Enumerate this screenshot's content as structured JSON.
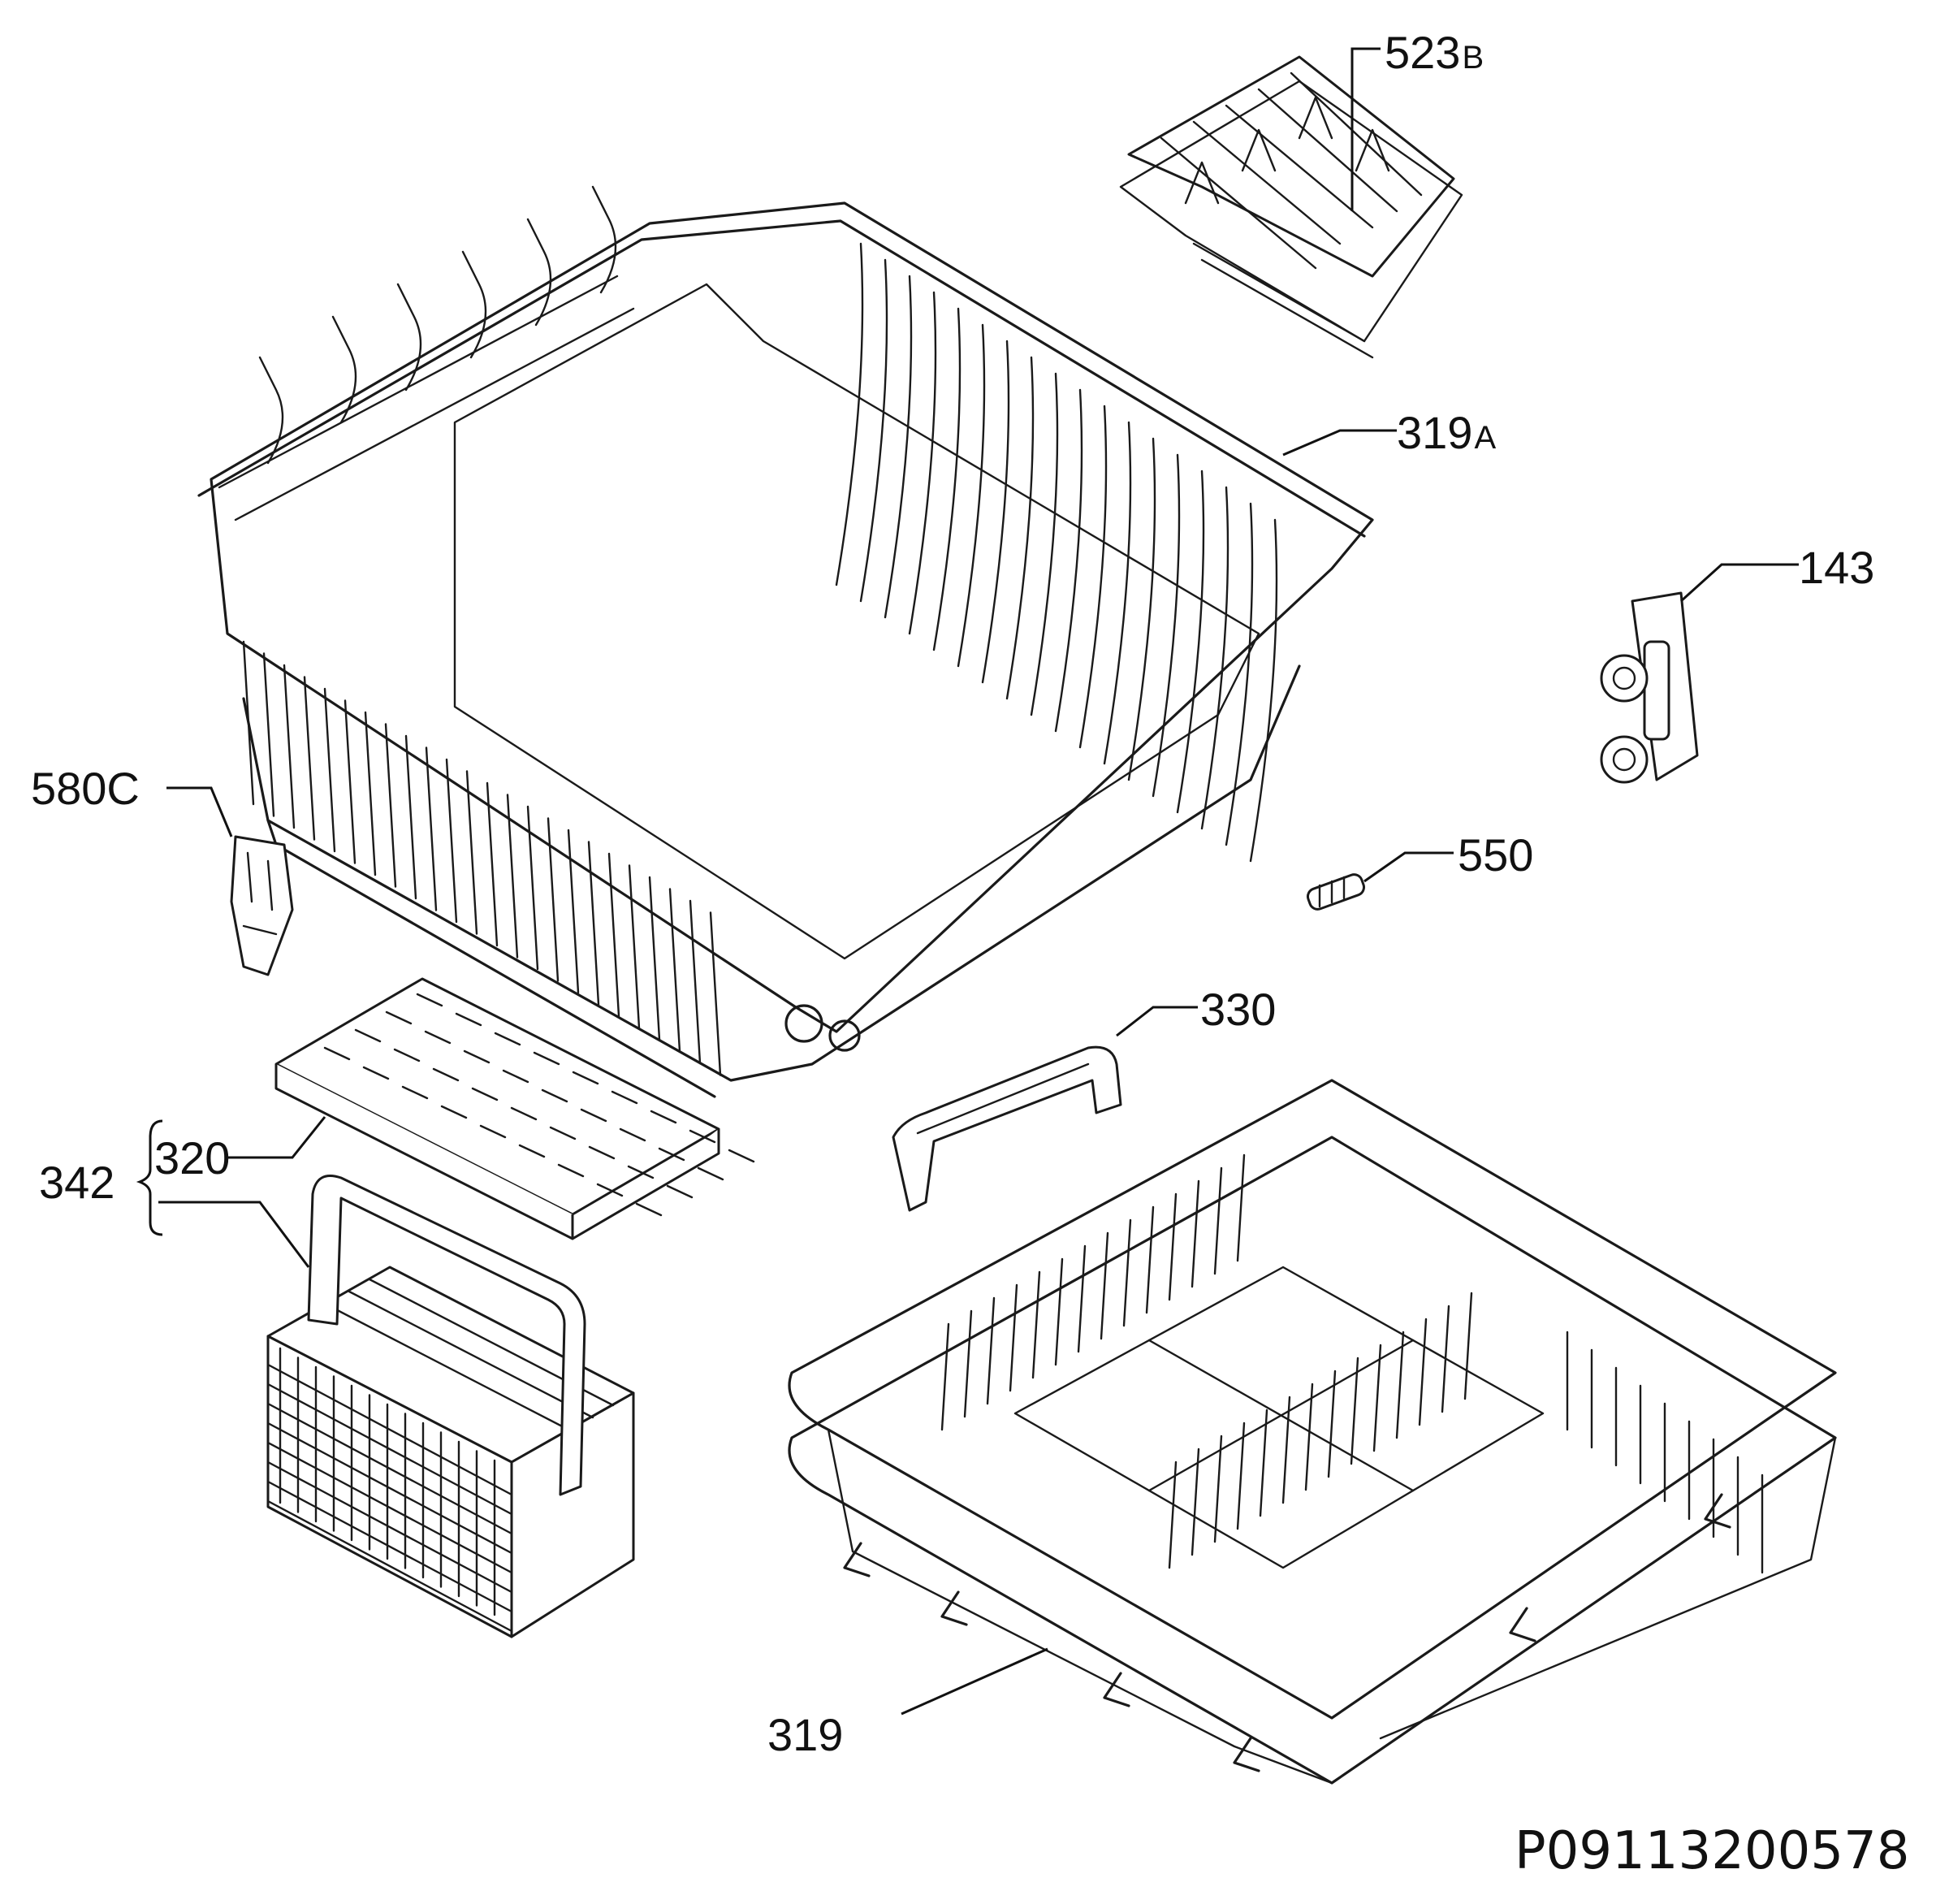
{
  "parts": {
    "p523": {
      "num": "523",
      "suffix": "B"
    },
    "p319a": {
      "num": "319",
      "suffix": "A"
    },
    "p143": {
      "num": "143"
    },
    "p580": {
      "num": "580C"
    },
    "p550": {
      "num": "550"
    },
    "p330": {
      "num": "330"
    },
    "p342": {
      "num": "342"
    },
    "p320": {
      "num": "320"
    },
    "p319": {
      "num": "319"
    }
  },
  "drawing_code": "P09113200578"
}
